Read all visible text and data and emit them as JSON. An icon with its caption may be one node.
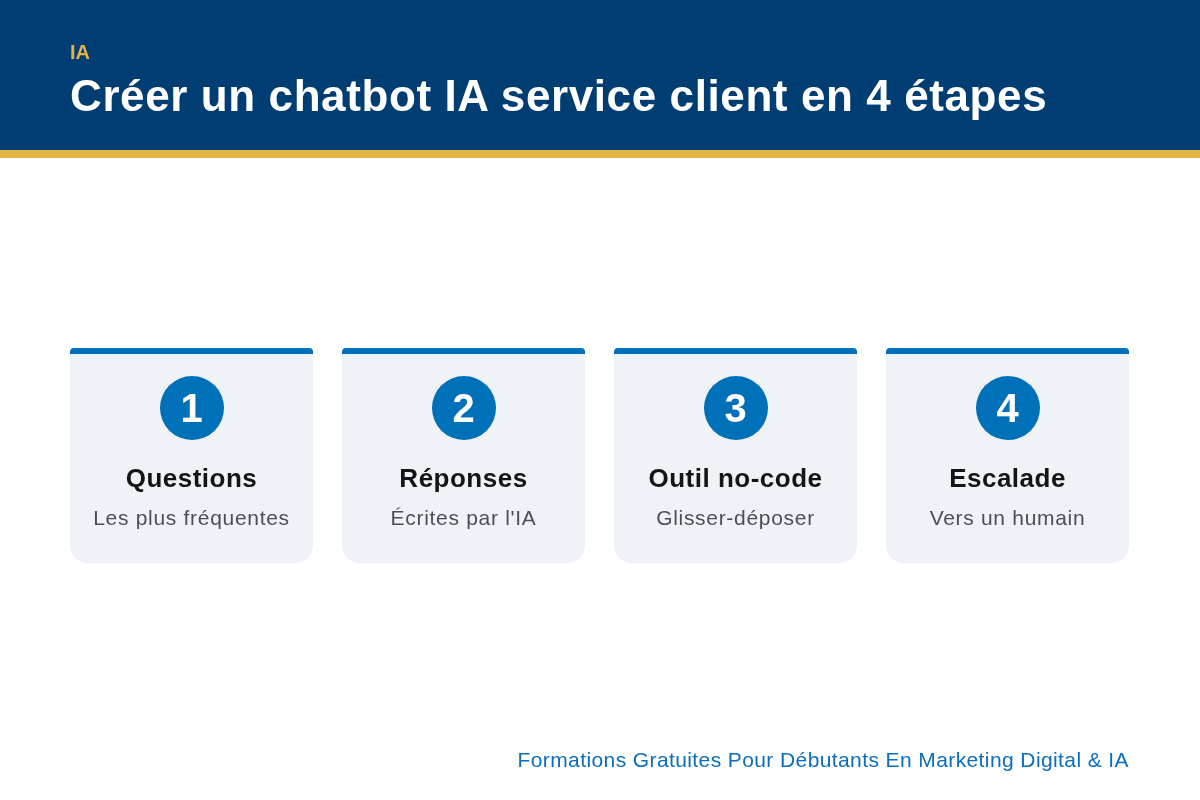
{
  "diagram": {
    "title": "Créer un chatbot IA service client en 4 étapes",
    "nodes": [
      {
        "text": [
          "Questions",
          "Les plus fréquentes"
        ]
      },
      {
        "text": [
          "1"
        ],
        "in": 0
      },
      {
        "text": [
          "Réponses",
          "Écrites par l'IA"
        ]
      },
      {
        "text": [
          "2"
        ],
        "in": 2
      },
      {
        "text": [
          "Outil no-code",
          "Glisser-déposer"
        ]
      },
      {
        "text": [
          "3"
        ],
        "in": 4
      },
      {
        "text": [
          "Escalade",
          "Vers un humain"
        ]
      },
      {
        "text": [
          "4"
        ],
        "in": 6
      }
    ],
    "labels": [
      "IA",
      "Formations Gratuites Pour Débutants En Marketing Digital & IA"
    ]
  }
}
